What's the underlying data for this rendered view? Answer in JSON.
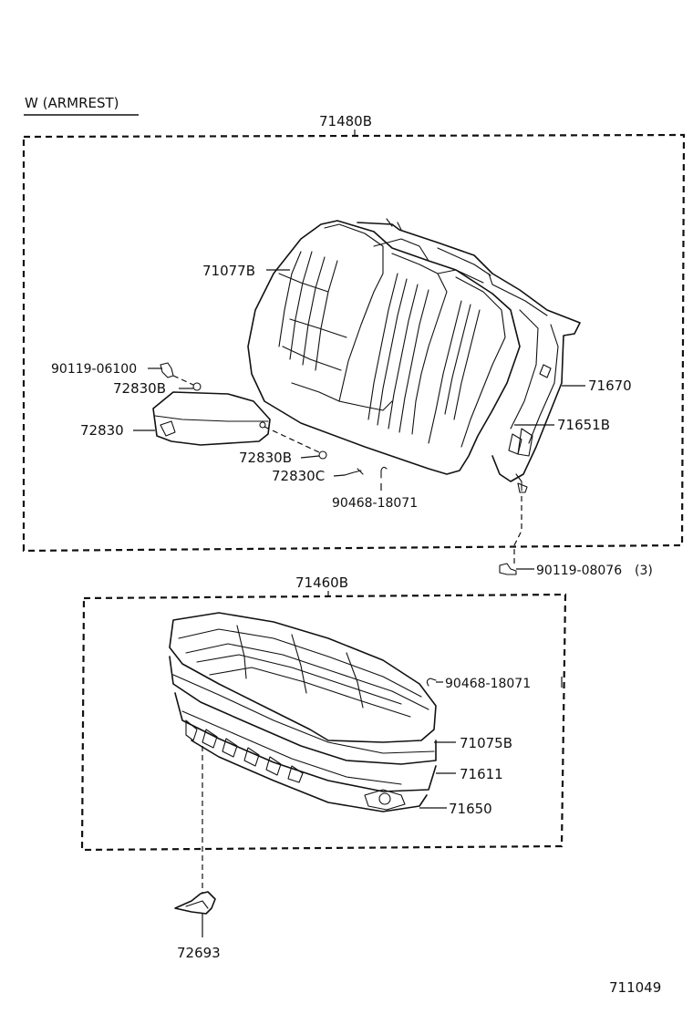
{
  "header": {
    "variant_label": "W (ARMREST)"
  },
  "assemblies": {
    "seat_back": "71480B",
    "seat_cushion": "71460B"
  },
  "parts": {
    "seatback_cover": "71077B",
    "seatback_pad": "71670",
    "seatback_frame": "71651B",
    "armrest": "72830",
    "armrest_bushing_upper": "72830B",
    "armrest_bushing_lower": "72830B",
    "armrest_bolt": "90119-06100",
    "armrest_clip": "72830C",
    "hog_ring_back": "90468-18071",
    "frame_bolt": "90119-08076",
    "frame_bolt_qty": "(3)",
    "hog_ring_cushion": "90468-18071",
    "cushion_cover": "71075B",
    "cushion_pad": "71611",
    "cushion_frame": "71650",
    "hook": "72693"
  },
  "footer": {
    "diagram_number": "711049"
  }
}
